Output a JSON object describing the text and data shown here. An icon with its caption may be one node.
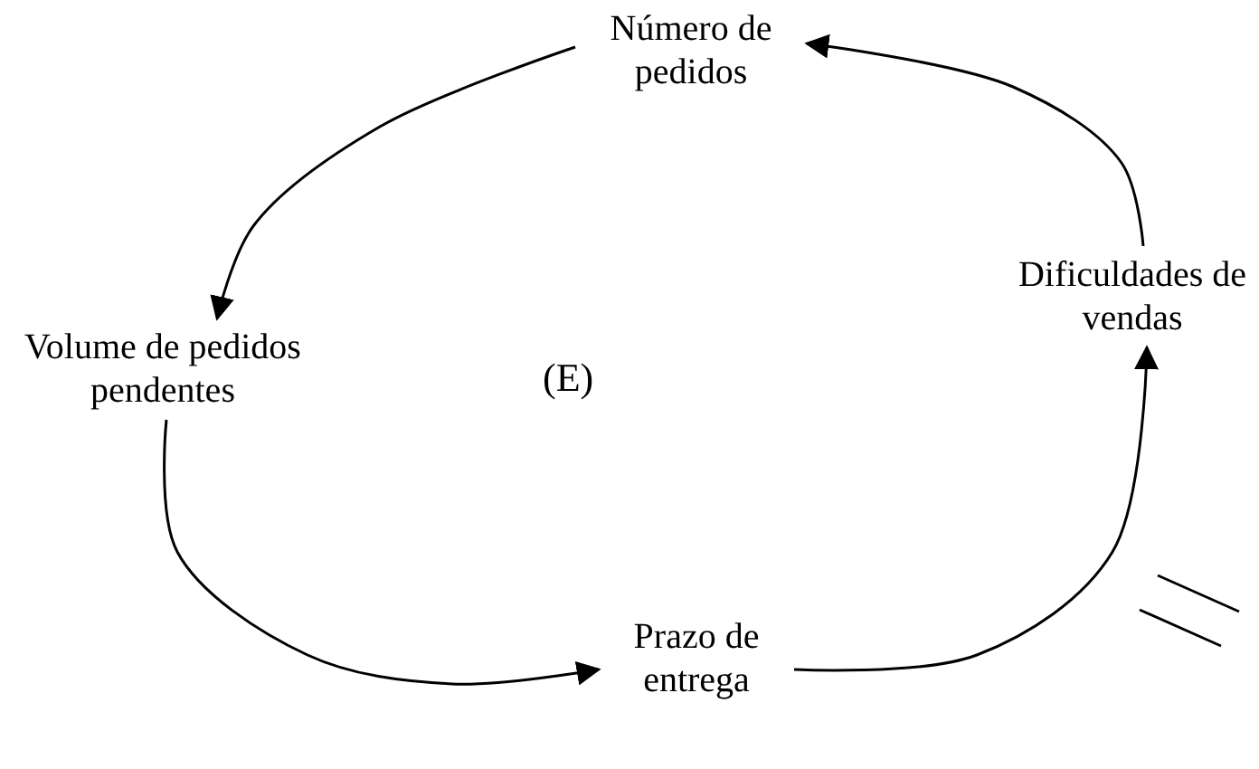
{
  "diagram": {
    "nodes": [
      {
        "text": [
          "Número de pedidos"
        ]
      },
      {
        "text": [
          "Volume de pedidos pendentes"
        ]
      },
      {
        "text": [
          "Prazo de entrega"
        ]
      },
      {
        "text": [
          "Dificuldades de vendas"
        ]
      }
    ],
    "edges": [
      {
        "from": 0,
        "to": 1,
        "arrow": "to"
      },
      {
        "from": 1,
        "to": 2,
        "arrow": "to"
      },
      {
        "from": 2,
        "to": 3,
        "arrow": "to"
      },
      {
        "from": 3,
        "to": 0,
        "arrow": "to"
      }
    ],
    "labels": [
      "(E)"
    ]
  }
}
